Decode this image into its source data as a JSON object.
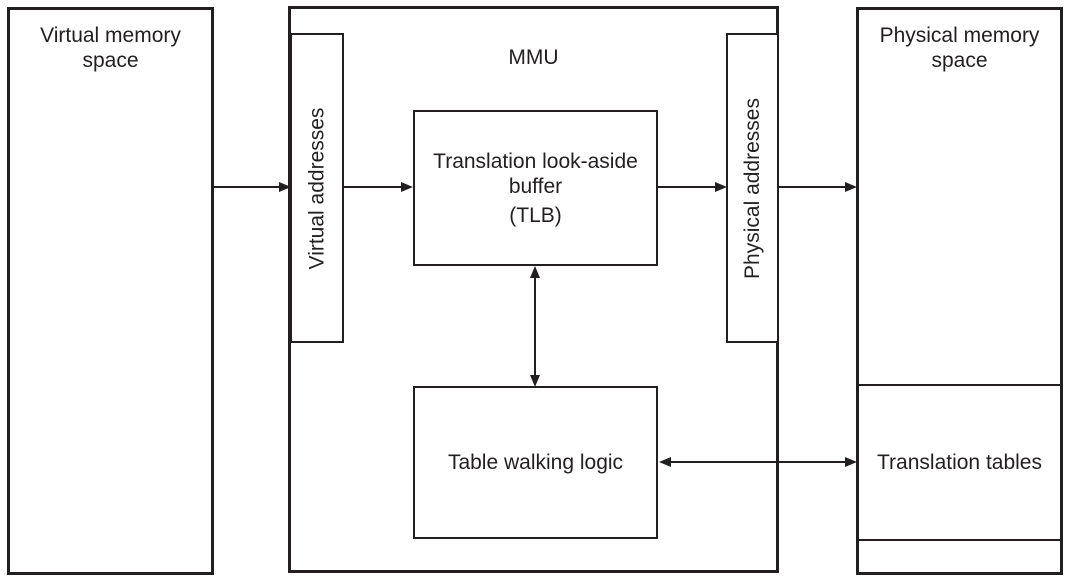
{
  "colors": {
    "line": "#231f20",
    "background": "#ffffff"
  },
  "nodes": {
    "virtual_memory_space": {
      "label": "Virtual memory\nspace"
    },
    "mmu": {
      "label": "MMU"
    },
    "virtual_addresses": {
      "label": "Virtual addresses"
    },
    "tlb": {
      "title": "Translation look-aside\nbuffer",
      "abbr": "(TLB)"
    },
    "table_walking_logic": {
      "label": "Table walking logic"
    },
    "physical_addresses": {
      "label": "Physical addresses"
    },
    "physical_memory_space": {
      "label": "Physical memory\nspace"
    },
    "translation_tables": {
      "label": "Translation tables"
    }
  },
  "connections": [
    {
      "from": "Virtual memory space",
      "to": "Virtual addresses",
      "type": "arrow-right"
    },
    {
      "from": "Virtual addresses",
      "to": "Translation look-aside buffer (TLB)",
      "type": "arrow-right"
    },
    {
      "from": "Translation look-aside buffer (TLB)",
      "to": "Physical addresses",
      "type": "arrow-right"
    },
    {
      "from": "Physical addresses",
      "to": "Physical memory space",
      "type": "arrow-right"
    },
    {
      "from": "Translation look-aside buffer (TLB)",
      "to": "Table walking logic",
      "type": "arrow-bidirectional"
    },
    {
      "from": "Table walking logic",
      "to": "Translation tables",
      "type": "arrow-bidirectional"
    }
  ]
}
